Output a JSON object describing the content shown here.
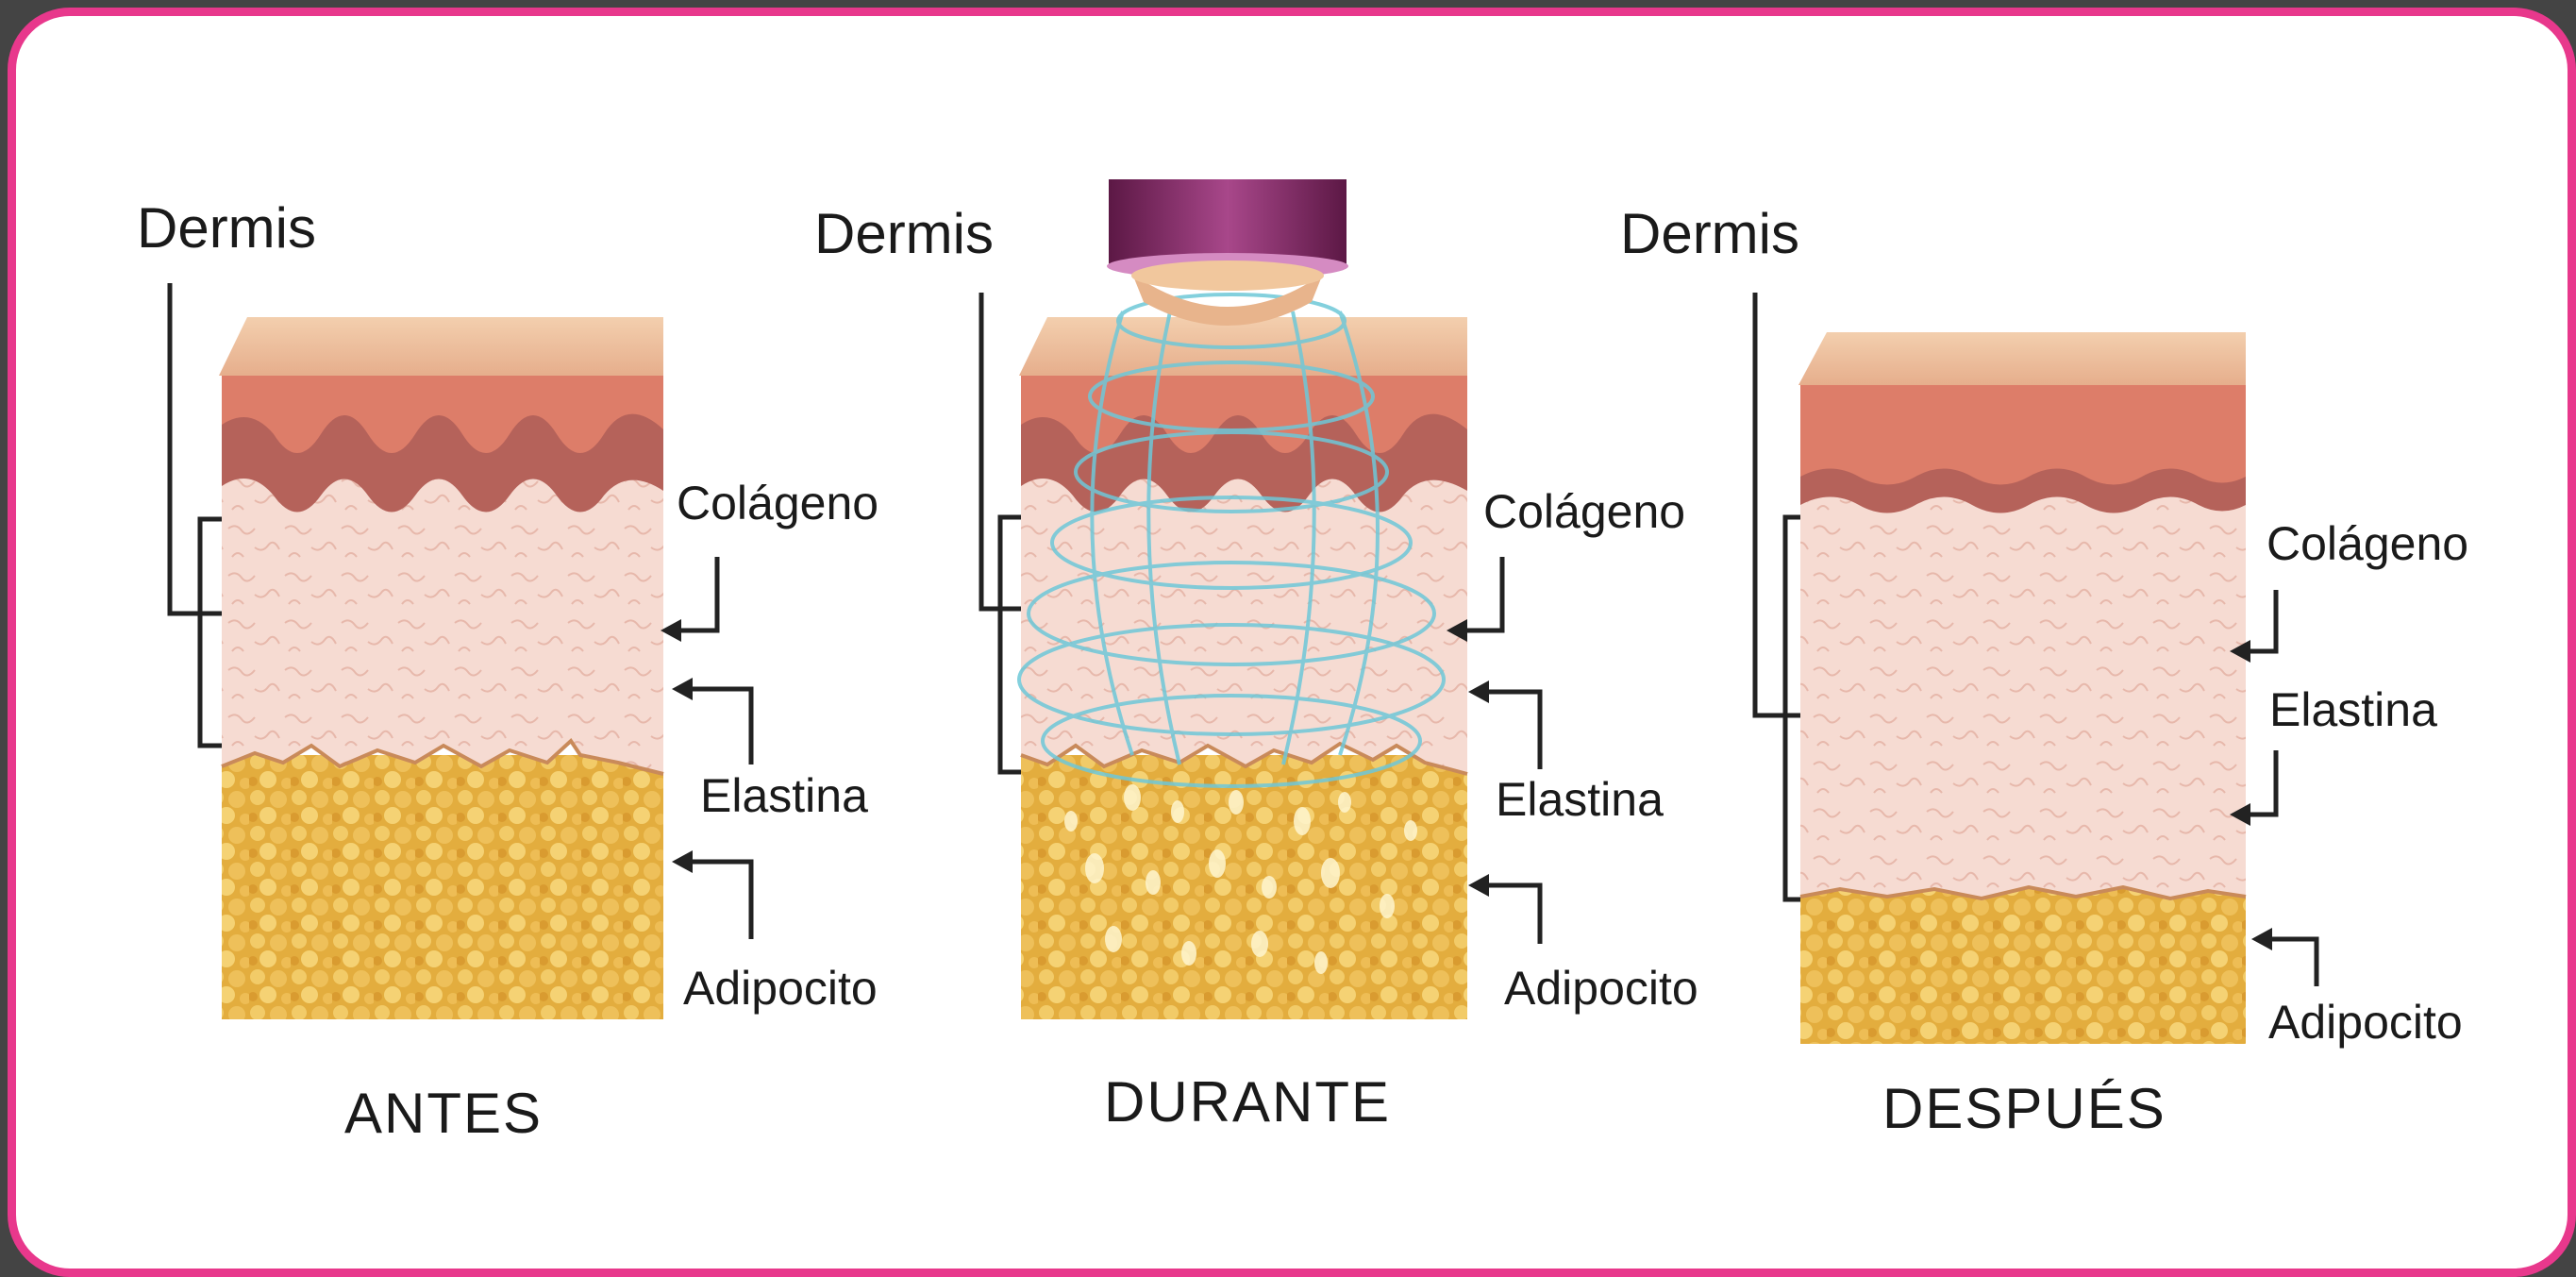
{
  "panels": [
    {
      "caption": "ANTES",
      "dermis": "Dermis",
      "collagen": "Colágeno",
      "elastin": "Elastina",
      "adipocyte": "Adipocito"
    },
    {
      "caption": "DURANTE",
      "dermis": "Dermis",
      "collagen": "Colágeno",
      "elastin": "Elastina",
      "adipocyte": "Adipocito"
    },
    {
      "caption": "DESPUÉS",
      "dermis": "Dermis",
      "collagen": "Colágeno",
      "elastin": "Elastina",
      "adipocyte": "Adipocito"
    }
  ],
  "colors": {
    "frame_border": "#e8388c",
    "skin_top": "#efc39f",
    "epidermis": "#dd7d69",
    "collagen_wave": "#b5625a",
    "dermis": "#f5d8ce",
    "fat": "#e6b345",
    "device": "#8a2f70",
    "ultrasound": "#6ec8d8"
  }
}
